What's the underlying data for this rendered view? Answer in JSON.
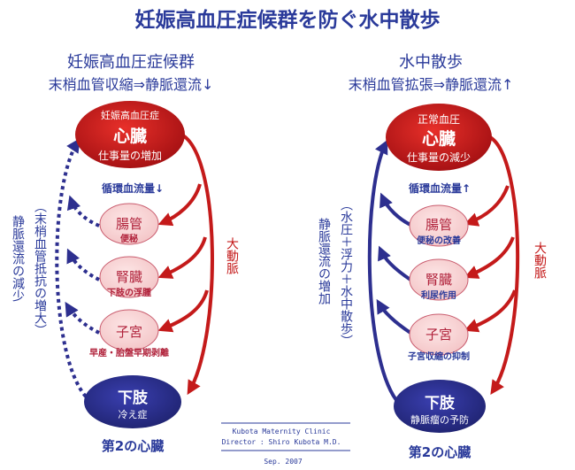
{
  "title": "妊娠高血圧症候群を防ぐ水中散歩",
  "left": {
    "heading": "妊娠高血圧症候群",
    "subheading": "末梢血管収縮⇒静脈還流↓",
    "heart": {
      "top": "妊娠高血圧症",
      "name": "心臓",
      "desc": "仕事量の増加"
    },
    "circulation": "循環血流量↓",
    "organs": [
      {
        "name": "腸管",
        "effect": "便秘"
      },
      {
        "name": "腎臓",
        "effect": "下肢の浮腫"
      },
      {
        "name": "子宮",
        "effect": "早産・胎盤早期剥離"
      }
    ],
    "legs": {
      "name": "下肢",
      "desc": "冷え症"
    },
    "artery": "大動脈",
    "vein_label": "静脈還流の減少",
    "vein_note": "（末梢血管抵抗の増大）",
    "footer": "第2の心臓"
  },
  "right": {
    "heading": "水中散歩",
    "subheading": "末梢血管拡張⇒静脈還流↑",
    "heart": {
      "top": "正常血圧",
      "name": "心臓",
      "desc": "仕事量の減少"
    },
    "circulation": "循環血流量↑",
    "organs": [
      {
        "name": "腸管",
        "effect": "便秘の改善"
      },
      {
        "name": "腎臓",
        "effect": "利尿作用"
      },
      {
        "name": "子宮",
        "effect": "子宮収縮の抑制"
      }
    ],
    "legs": {
      "name": "下肢",
      "desc": "静脈瘤の予防"
    },
    "artery": "大動脈",
    "vein_label": "静脈還流の増加",
    "vein_note": "（水圧＋浮力＋水中散歩）",
    "footer": "第2の心臓"
  },
  "credit": {
    "line1": "Kubota   Maternity   Clinic",
    "line2": "Director : Shiro Kubota M.D.",
    "date": "Sep. 2007"
  },
  "colors": {
    "title": "#2a3a9a",
    "heading": "#2a3a9a",
    "artery": "#c41a1a",
    "vein": "#2d2f8f",
    "organ_fill": "#f7d3d3",
    "organ_stroke": "#c95c6e",
    "organ_text": "#b0213a"
  }
}
